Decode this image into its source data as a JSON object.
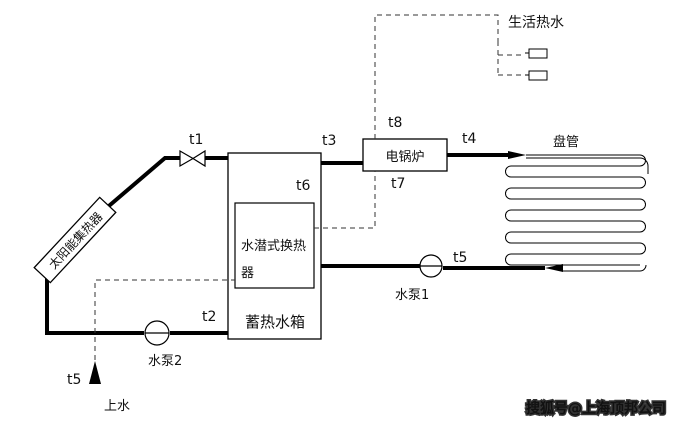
{
  "labels": {
    "t1": "t1",
    "t2": "t2",
    "t3": "t3",
    "t4": "t4",
    "t5_right": "t5",
    "t5_left": "t5",
    "t6": "t6",
    "t7": "t7",
    "t8": "t8",
    "solar_collector": "太阳能集热器",
    "storage_tank": "蓄热水箱",
    "immersion_hx_line1": "水潜式换热",
    "immersion_hx_line2": "器",
    "boiler": "电锅炉",
    "domestic_hot_water": "生活热水",
    "floor_coil": "盘管",
    "pump1": "水泵1",
    "pump2": "水泵2",
    "water_inlet": "上水"
  },
  "watermark": "搜狐号@上海顶邦公司",
  "colors": {
    "line": "#000000",
    "dashed": "#333333",
    "background": "#ffffff"
  }
}
